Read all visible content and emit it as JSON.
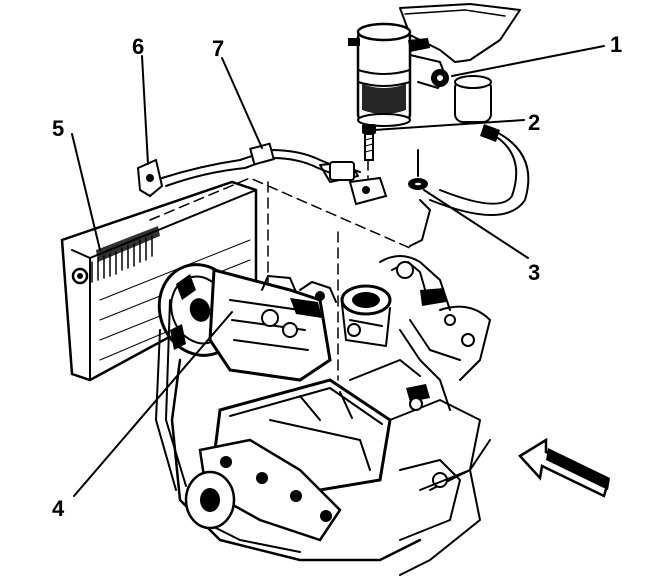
{
  "callouts": {
    "c1": "1",
    "c2": "2",
    "c3": "3",
    "c4": "4",
    "c5": "5",
    "c6": "6",
    "c7": "7"
  },
  "colors": {
    "ink": "#000000",
    "paper": "#ffffff"
  },
  "icons": {
    "direction_arrow": "arrow-left-icon"
  }
}
